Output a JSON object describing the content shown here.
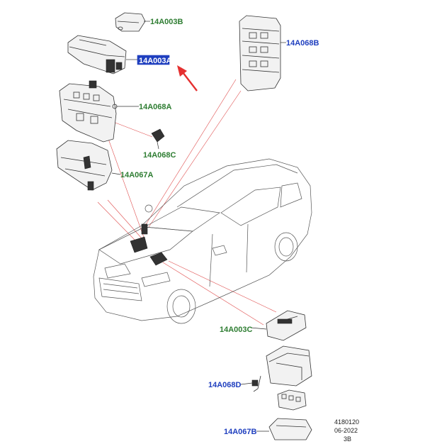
{
  "colors": {
    "green_label": "#2e7d32",
    "blue_label": "#1f3fbf",
    "highlight_bg": "#1f3fbf",
    "highlight_text": "#ffffff",
    "arrow": "#e53030",
    "leader": "#e05050"
  },
  "labels": {
    "a003b": "14A003B",
    "a003a": "14A003A",
    "a068b": "14A068B",
    "a068a": "14A068A",
    "a068c": "14A068C",
    "a067a": "14A067A",
    "a003c": "14A003C",
    "a068d": "14A068D",
    "a067b": "14A067B"
  },
  "footer": {
    "code": "4180120",
    "date": "06-2022",
    "rev": "3B"
  },
  "icons": {
    "arrow": "red-arrow-icon"
  }
}
